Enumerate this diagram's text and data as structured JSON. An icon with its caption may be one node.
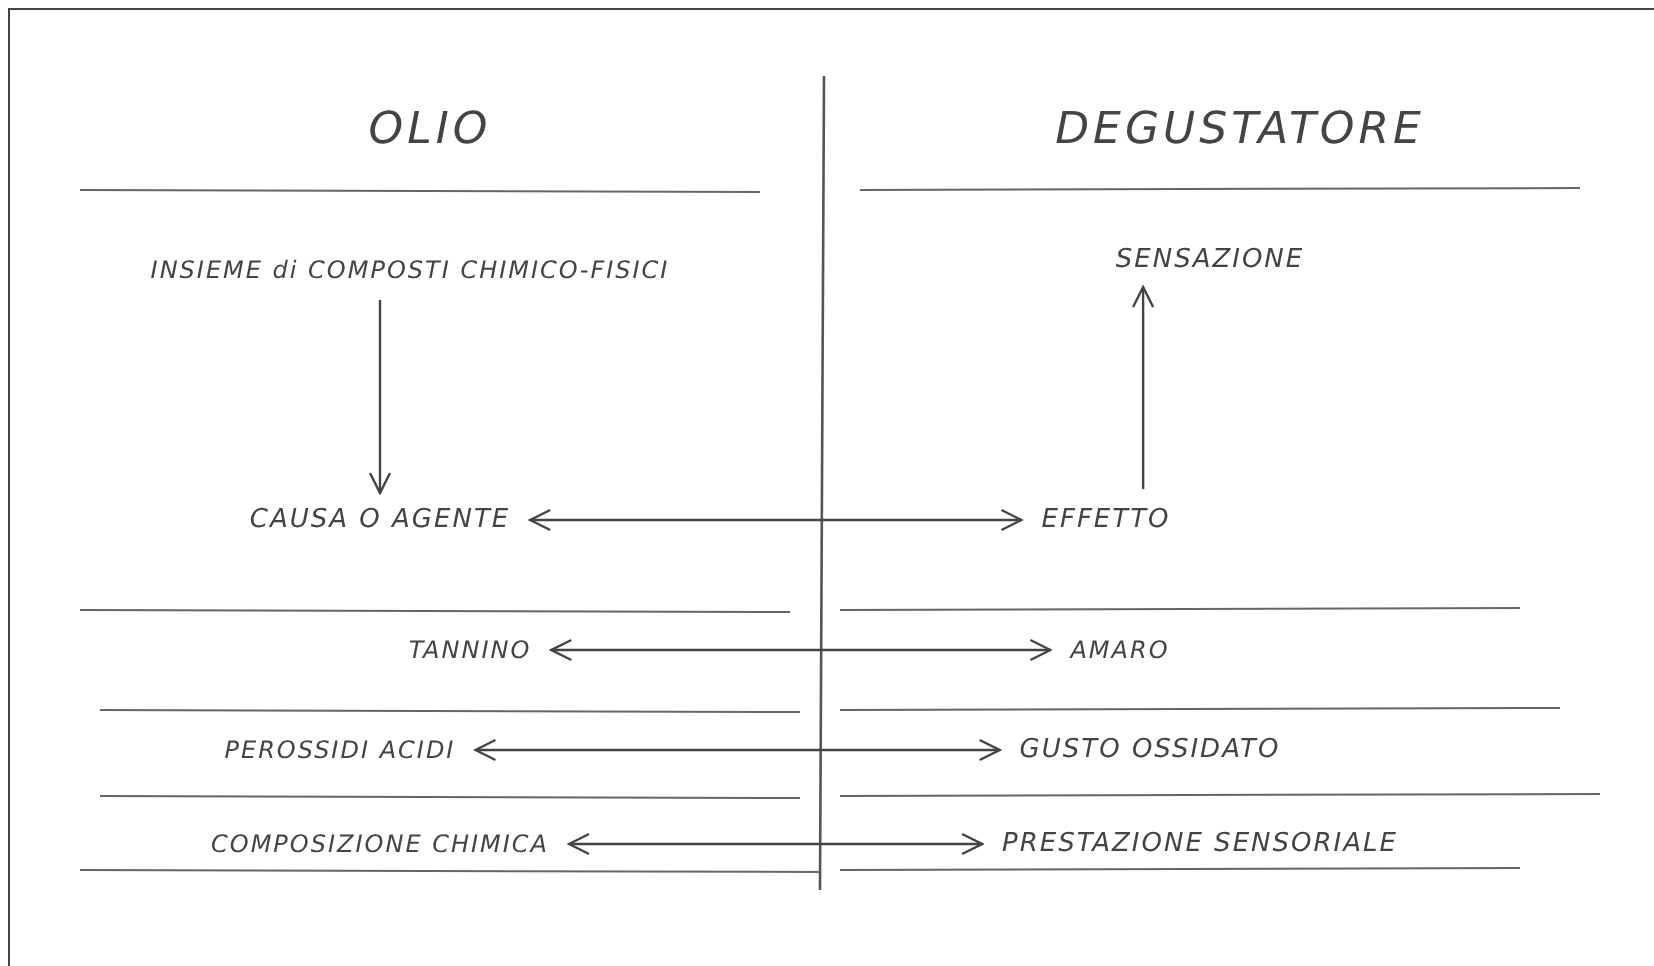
{
  "diagram": {
    "nodes": [
      {
        "text": [
          "INSIEME di COMPOSTI CHIMICO-FISICI"
        ]
      },
      {
        "text": [
          "SENSAZIONE"
        ]
      },
      {
        "text": [
          "CAUSA O AGENTE"
        ]
      },
      {
        "text": [
          "EFFETTO"
        ]
      },
      {
        "text": [
          "TANNINO"
        ]
      },
      {
        "text": [
          "AMARO"
        ]
      },
      {
        "text": [
          "PEROSSIDI ACIDI"
        ]
      },
      {
        "text": [
          "GUSTO OSSIDATO"
        ]
      },
      {
        "text": [
          "COMPOSIZIONE CHIMICA"
        ]
      },
      {
        "text": [
          "PRESTAZIONE SENSORIALE"
        ]
      }
    ],
    "edges": [
      {
        "from": 0,
        "to": 2,
        "arrow": "to"
      },
      {
        "from": 3,
        "to": 1,
        "arrow": "to"
      },
      {
        "from": 2,
        "to": 3,
        "arrow": "both"
      },
      {
        "from": 4,
        "to": 5,
        "arrow": "both"
      },
      {
        "from": 6,
        "to": 7,
        "arrow": "both"
      },
      {
        "from": 8,
        "to": 9,
        "arrow": "both"
      }
    ],
    "labels": [
      "OLIO",
      "DEGUSTATORE"
    ]
  }
}
